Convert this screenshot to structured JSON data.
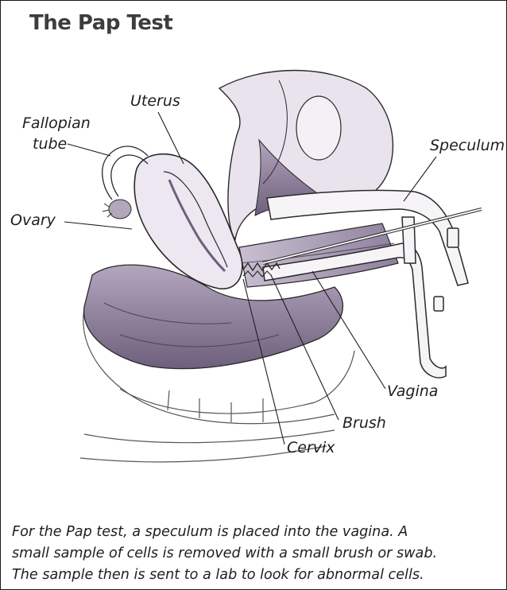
{
  "title": "The Pap Test",
  "labels": {
    "uterus": "Uterus",
    "fallopian_line1": "Fallopian",
    "fallopian_line2": "tube",
    "ovary": "Ovary",
    "speculum": "Speculum",
    "vagina": "Vagina",
    "brush": "Brush",
    "cervix": "Cervix"
  },
  "caption": {
    "line1": "For the Pap test, a speculum is placed into the vagina. A",
    "line2": "small sample of cells is removed with a small brush or swab.",
    "line3": "The sample then is sent to a lab to look for abnormal cells."
  },
  "colors": {
    "shade": "#9a8ba6",
    "shade_dark": "#6e5f7c",
    "outline": "#2a2a2a"
  }
}
